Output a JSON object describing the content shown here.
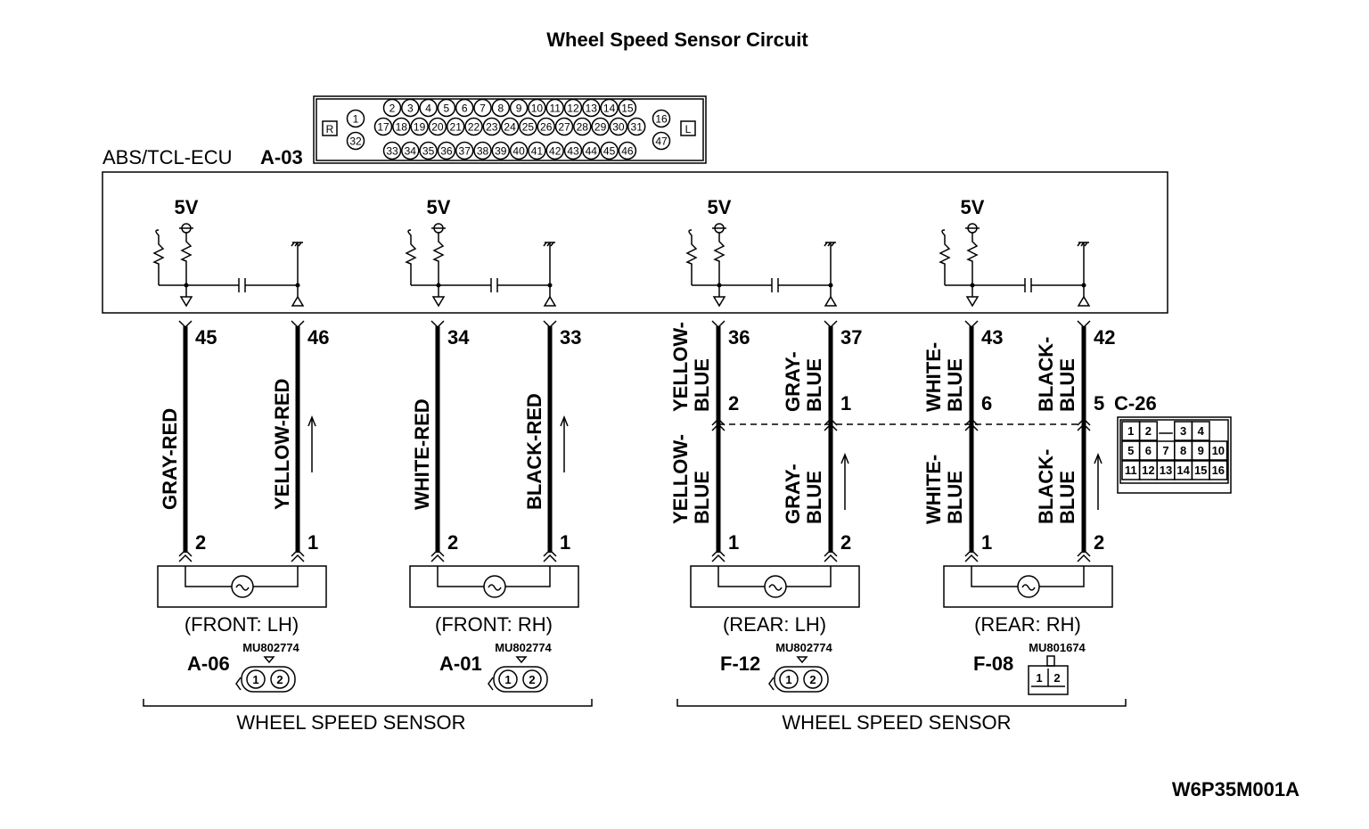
{
  "title": "Wheel Speed Sensor Circuit",
  "ecu": {
    "label": "ABS/TCL-ECU",
    "code": "A-03",
    "voltage": "5V",
    "connector": {
      "left_tag": "R",
      "right_tag": "L",
      "left_pins": [
        "1",
        "32"
      ],
      "right_pins": [
        "16",
        "47"
      ],
      "row1": [
        "2",
        "3",
        "4",
        "5",
        "6",
        "7",
        "8",
        "9",
        "10",
        "11",
        "12",
        "13",
        "14",
        "15"
      ],
      "row2": [
        "17",
        "18",
        "19",
        "20",
        "21",
        "22",
        "23",
        "24",
        "25",
        "26",
        "27",
        "28",
        "29",
        "30",
        "31"
      ],
      "row3": [
        "33",
        "34",
        "35",
        "36",
        "37",
        "38",
        "39",
        "40",
        "41",
        "42",
        "43",
        "44",
        "45",
        "46"
      ]
    }
  },
  "wires": [
    {
      "ecu_pin": "45",
      "color_upper": "",
      "color_lower": "GRAY-RED",
      "sensor_pin": "2"
    },
    {
      "ecu_pin": "46",
      "color_upper": "",
      "color_lower": "YELLOW-RED",
      "sensor_pin": "1"
    },
    {
      "ecu_pin": "34",
      "color_upper": "",
      "color_lower": "WHITE-RED",
      "sensor_pin": "2"
    },
    {
      "ecu_pin": "33",
      "color_upper": "",
      "color_lower": "BLACK-RED",
      "sensor_pin": "1"
    },
    {
      "ecu_pin": "36",
      "color_upper": [
        "YELLOW-",
        "BLUE"
      ],
      "junction_pin": "2",
      "color_lower": [
        "YELLOW-",
        "BLUE"
      ],
      "sensor_pin": "1"
    },
    {
      "ecu_pin": "37",
      "color_upper": [
        "GRAY-",
        "BLUE"
      ],
      "junction_pin": "1",
      "color_lower": [
        "GRAY-",
        "BLUE"
      ],
      "sensor_pin": "2"
    },
    {
      "ecu_pin": "43",
      "color_upper": [
        "WHITE-",
        "BLUE"
      ],
      "junction_pin": "6",
      "color_lower": [
        "WHITE-",
        "BLUE"
      ],
      "sensor_pin": "1"
    },
    {
      "ecu_pin": "42",
      "color_upper": [
        "BLACK-",
        "BLUE"
      ],
      "junction_pin": "5",
      "color_lower": [
        "BLACK-",
        "BLUE"
      ],
      "sensor_pin": "2"
    }
  ],
  "junction": {
    "code": "C-26",
    "cells_row1": [
      "1",
      "2",
      "",
      "3",
      "4"
    ],
    "cells_row2": [
      "5",
      "6",
      "7",
      "8",
      "9",
      "10"
    ],
    "cells_row3": [
      "11",
      "12",
      "13",
      "14",
      "15",
      "16"
    ]
  },
  "sensors": [
    {
      "position": "(FRONT: LH)",
      "code": "A-06",
      "part": "MU802774",
      "pins": [
        "1",
        "2"
      ]
    },
    {
      "position": "(FRONT: RH)",
      "code": "A-01",
      "part": "MU802774",
      "pins": [
        "1",
        "2"
      ]
    },
    {
      "position": "(REAR: LH)",
      "code": "F-12",
      "part": "MU802774",
      "pins": [
        "1",
        "2"
      ]
    },
    {
      "position": "(REAR: RH)",
      "code": "F-08",
      "part": "MU801674",
      "pins": [
        "1",
        "2"
      ]
    }
  ],
  "group_labels": [
    "WHEEL SPEED SENSOR",
    "WHEEL SPEED SENSOR"
  ],
  "figure_code": "W6P35M001A"
}
